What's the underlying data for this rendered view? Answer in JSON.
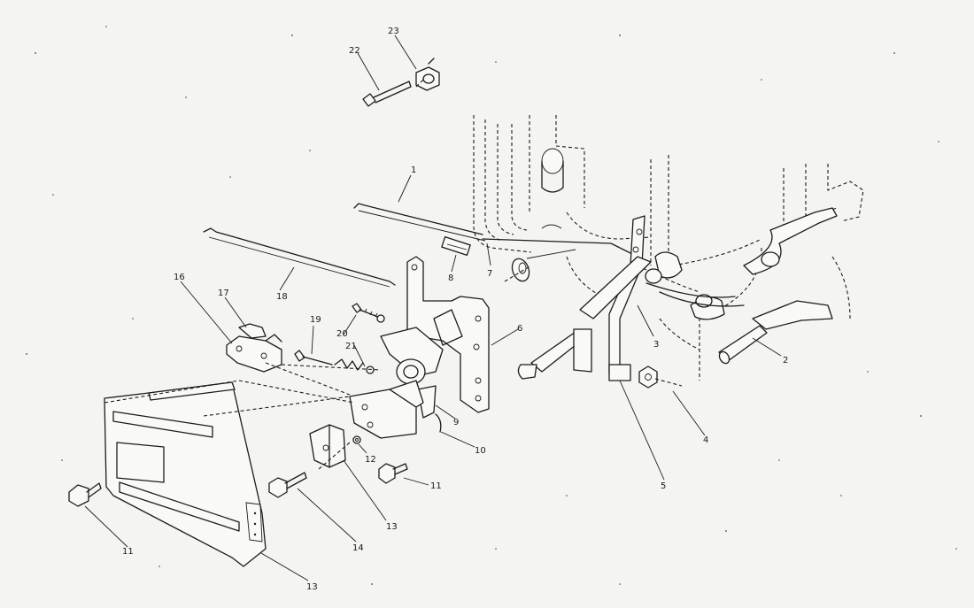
{
  "callouts": {
    "c1": "1",
    "c2": "2",
    "c3": "3",
    "c4": "4",
    "c5": "5",
    "c6": "6",
    "c7": "7",
    "c8": "8",
    "c9": "9",
    "c10": "10",
    "c11a": "11",
    "c11b": "11",
    "c12": "12",
    "c13a": "13",
    "c13b": "13",
    "c14": "14",
    "c16": "16",
    "c17": "17",
    "c18": "18",
    "c19": "19",
    "c20": "20",
    "c21": "21",
    "c22": "22",
    "c23": "23"
  }
}
